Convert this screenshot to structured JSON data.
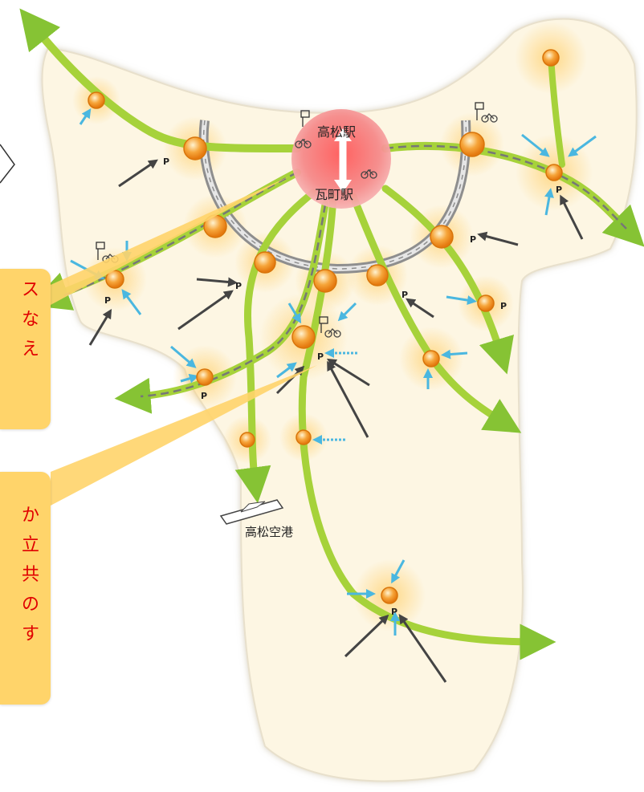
{
  "map": {
    "station_top": "高松駅",
    "station_bottom": "瓦町駅",
    "airport": "高松空港",
    "parking_symbol": "P",
    "colors": {
      "land": "#fdf6e3",
      "trunk_route": "#a6d23a",
      "feeder_arrow_car": "#444444",
      "feeder_arrow_walk": "#4ab7e0",
      "node": "#f39a2b",
      "hub": "#f07070",
      "rail": "#9a9a9a"
    },
    "icons": [
      "bus-stop-icon",
      "bicycle-icon",
      "parking-icon",
      "train-station-icon",
      "airport-icon"
    ]
  },
  "callouts": [
    {
      "lines": [
        "ス",
        "な",
        "え"
      ]
    },
    {
      "lines": [
        "か",
        "立",
        "共",
        "の",
        "す"
      ]
    }
  ]
}
